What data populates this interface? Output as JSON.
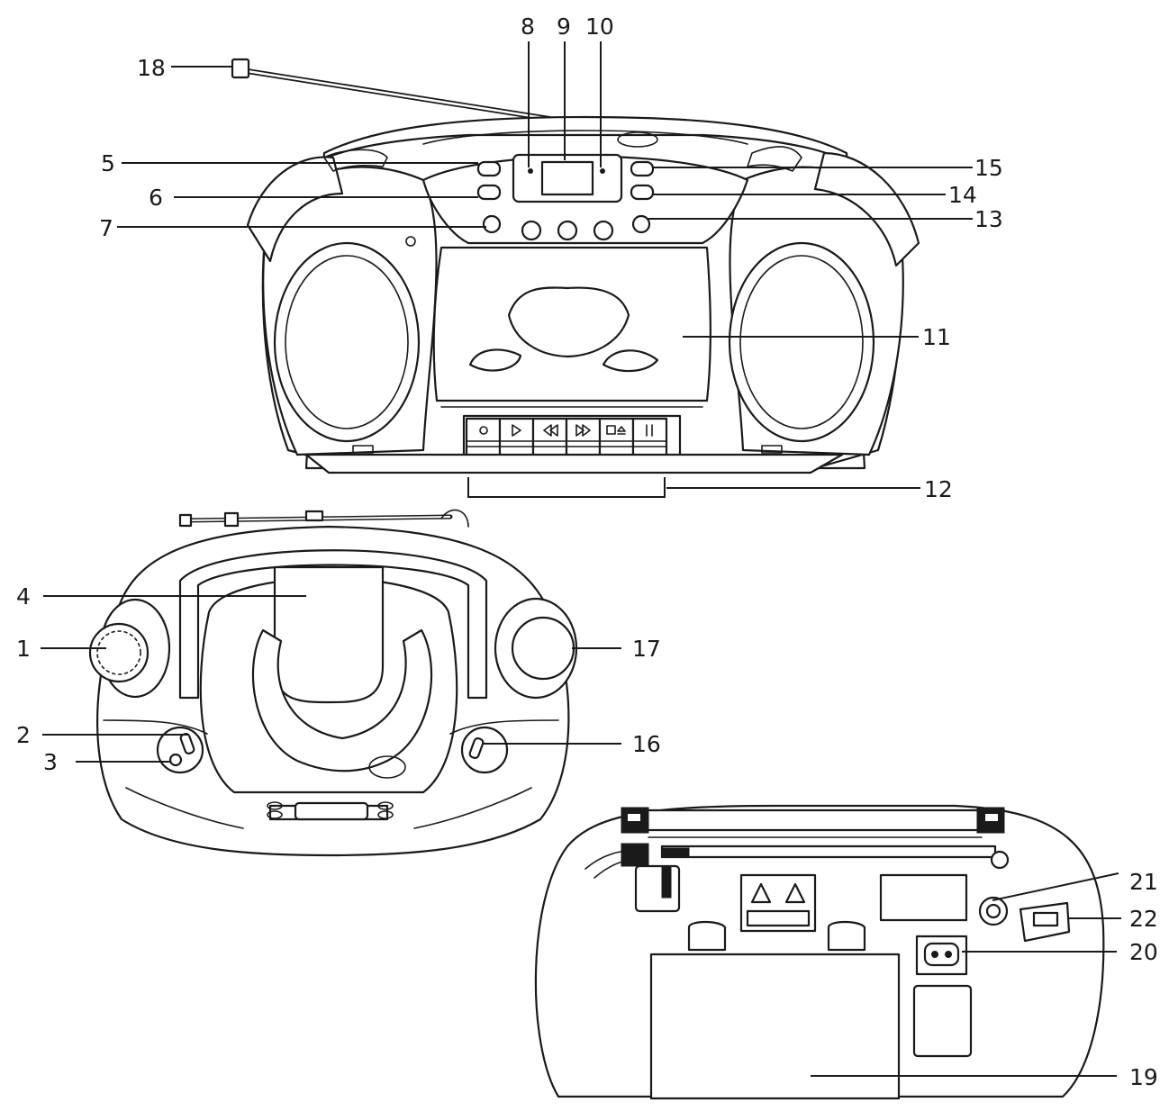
{
  "callouts": {
    "c1": "1",
    "c2": "2",
    "c3": "3",
    "c4": "4",
    "c5": "5",
    "c6": "6",
    "c7": "7",
    "c8": "8",
    "c9": "9",
    "c10": "10",
    "c11": "11",
    "c12": "12",
    "c13": "13",
    "c14": "14",
    "c15": "15",
    "c16": "16",
    "c17": "17",
    "c18": "18",
    "c19": "19",
    "c20": "20",
    "c21": "21",
    "c22": "22"
  },
  "colors": {
    "ink": "#1a1a1a",
    "paper": "#ffffff"
  },
  "icons": {
    "deck_buttons": [
      "record-icon",
      "play-icon",
      "rewind-icon",
      "fast-forward-icon",
      "stop-eject-icon",
      "pause-icon"
    ]
  }
}
